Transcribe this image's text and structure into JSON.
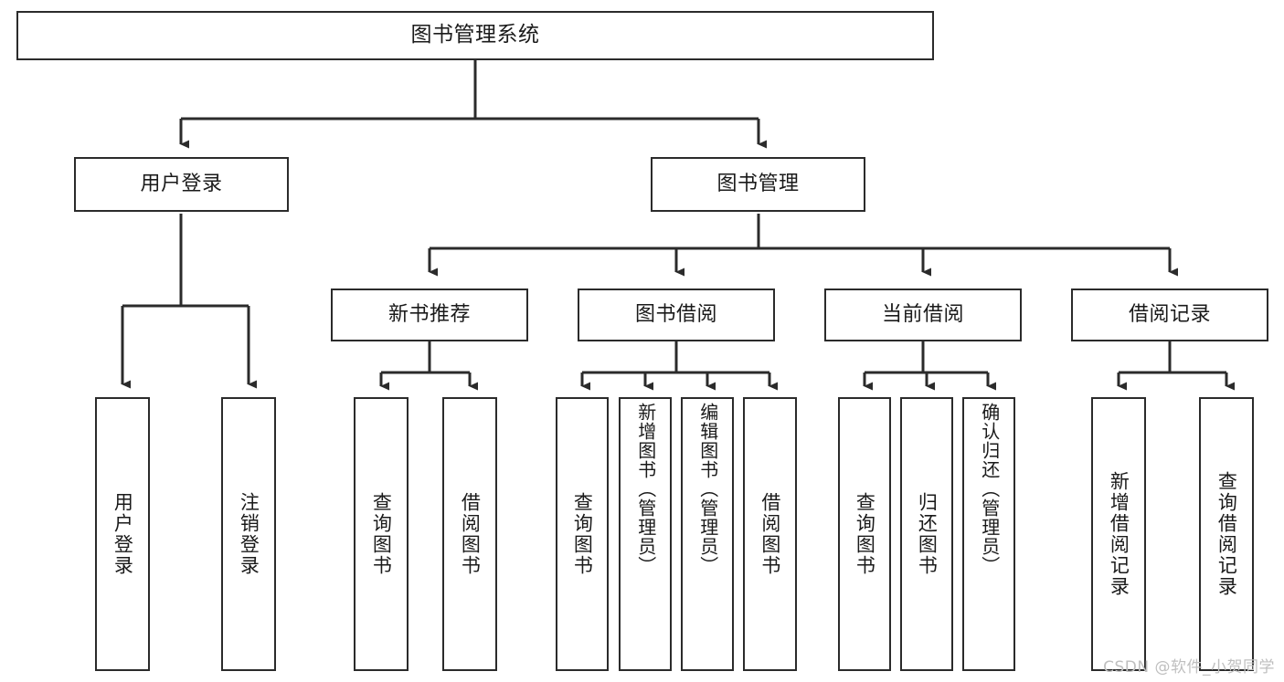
{
  "diagram": {
    "title": "图书管理系统",
    "type": "tree",
    "line_color": "#2b2b2b",
    "box_fill": "#ffffff",
    "text_color": "#1a1a1a",
    "watermark": "CSDN @软件_小贺同学",
    "nodes": {
      "root": {
        "label": "图书管理系统"
      },
      "level2": [
        {
          "label": "用户登录"
        },
        {
          "label": "图书管理"
        }
      ],
      "level3": [
        {
          "label": "新书推荐"
        },
        {
          "label": "图书借阅"
        },
        {
          "label": "当前借阅"
        },
        {
          "label": "借阅记录"
        }
      ],
      "leaves_user_login": [
        {
          "label": "用户登录"
        },
        {
          "label": "注销登录"
        }
      ],
      "leaves_new_book": [
        {
          "label": "查询图书"
        },
        {
          "label": "借阅图书"
        }
      ],
      "leaves_borrow": [
        {
          "label": "查询图书"
        },
        {
          "label": "新增图书（管理员）"
        },
        {
          "label": "编辑图书（管理员）"
        },
        {
          "label": "借阅图书"
        }
      ],
      "leaves_current": [
        {
          "label": "查询图书"
        },
        {
          "label": "归还图书"
        },
        {
          "label": "确认归还（管理员）"
        }
      ],
      "leaves_records": [
        {
          "label": "新增借阅记录"
        },
        {
          "label": "查询借阅记录"
        }
      ]
    }
  }
}
